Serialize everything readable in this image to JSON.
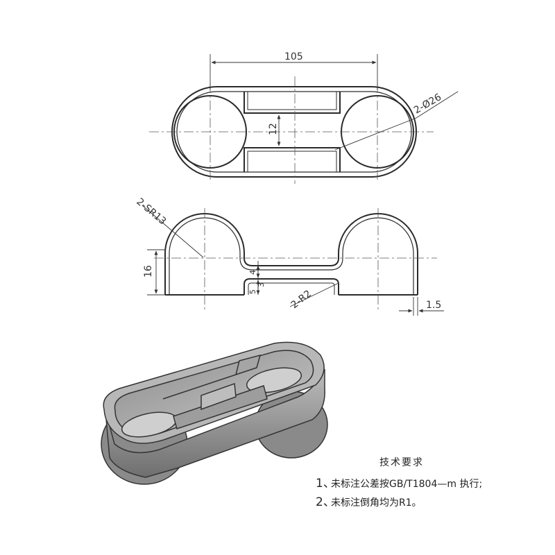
{
  "top_view": {
    "dim_length": "105",
    "dim_slot_width": "12",
    "dim_holes": "2-Ø26"
  },
  "side_view": {
    "dim_sphere_radius": "2-SR13",
    "dim_height": "16",
    "dim_4": "4",
    "dim_5": "5",
    "dim_3": "3",
    "dim_fillet": "2-R2",
    "dim_thickness": "1.5"
  },
  "notes": {
    "title": "技术要求",
    "items": [
      {
        "num": "1、",
        "text": "未标注公差按GB/T1804—m 执行;"
      },
      {
        "num": "2、",
        "text": "未标注倒角均为R1。"
      }
    ]
  },
  "colors": {
    "line": "#2a2a2a",
    "thin": "#555555",
    "solid_fill": "#9a9a9a"
  }
}
